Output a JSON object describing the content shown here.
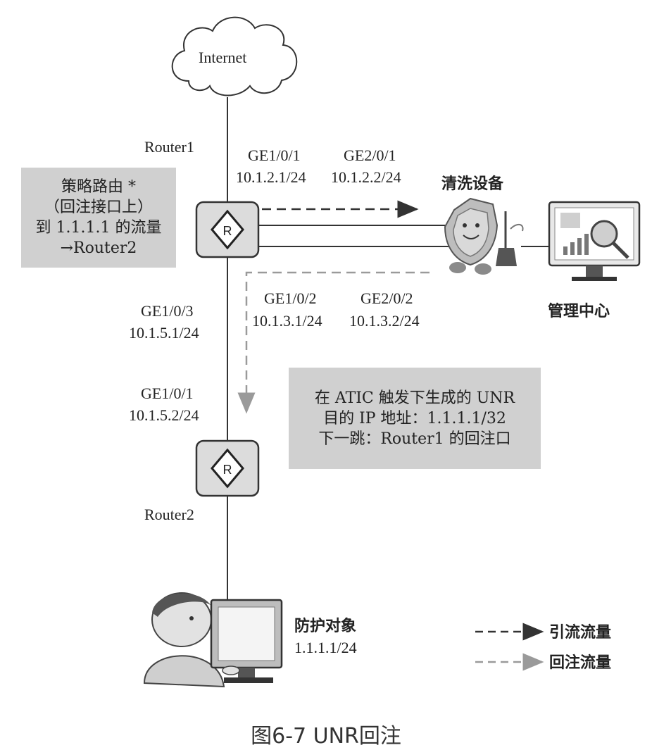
{
  "internet_label": "Internet",
  "router1": {
    "name": "Router1",
    "policy_box": [
      "策略路由 *",
      "（回注接口上）",
      "到 1.1.1.1 的流量",
      "→Router2"
    ],
    "ge103": "GE1/0/3",
    "ge103_ip": "10.1.5.1/24"
  },
  "links_upper": {
    "r1_if": "GE1/0/1",
    "r1_ip": "10.1.2.1/24",
    "sc_if": "GE2/0/1",
    "sc_ip": "10.1.2.2/24"
  },
  "links_lower": {
    "r1_if": "GE1/0/2",
    "r1_ip": "10.1.3.1/24",
    "sc_if": "GE2/0/2",
    "sc_ip": "10.1.3.2/24"
  },
  "scrubbing_device": "清洗设备",
  "management_center": "管理中心",
  "router2": {
    "name": "Router2",
    "ge101": "GE1/0/1",
    "ge101_ip": "10.1.5.2/24"
  },
  "unr_box": [
    "在 ATIC 触发下生成的 UNR",
    "目的 IP 地址：1.1.1.1/32",
    "下一跳：Router1 的回注口"
  ],
  "protected_object": {
    "title": "防护对象",
    "ip": "1.1.1.1/24"
  },
  "legend": {
    "diversion": "引流流量",
    "injection": "回注流量",
    "colors": {
      "diversion": "#333333",
      "injection": "#9a9a9a"
    }
  },
  "caption": "图6-7 UNR回注"
}
